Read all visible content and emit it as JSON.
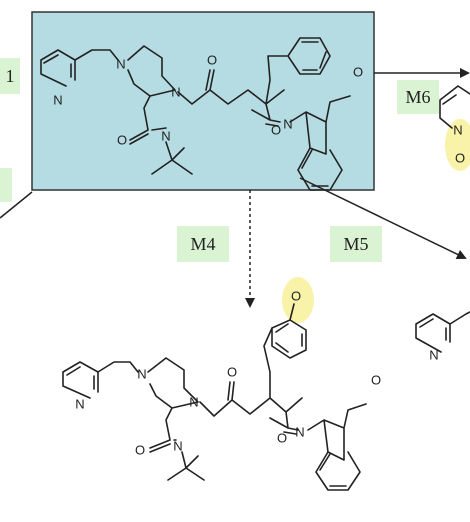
{
  "labels": {
    "edge_left_top": "1",
    "m6": "M6",
    "m4": "M4",
    "m5": "M5"
  },
  "atoms": {
    "n": "N",
    "o": "O",
    "nplus": "N",
    "ominus": "O"
  },
  "colors": {
    "parent_box_fill": "#b6dce3",
    "parent_box_border": "#333333",
    "label_fill": "#d9f3d3",
    "highlight": "#f8f3a8",
    "arrow": "#222222"
  }
}
